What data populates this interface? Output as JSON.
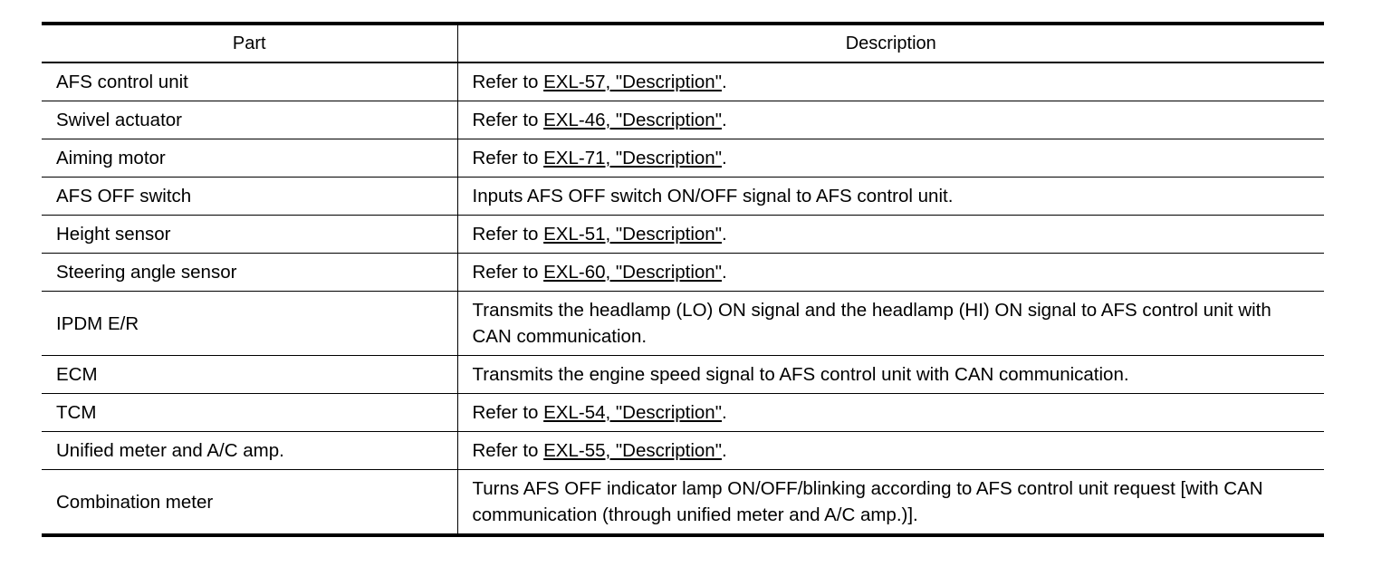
{
  "table": {
    "headers": [
      "Part",
      "Description"
    ],
    "rows": [
      {
        "part": "AFS control unit",
        "prefix": "Refer to ",
        "link": "EXL-57, \"Description\"",
        "suffix": "."
      },
      {
        "part": "Swivel actuator",
        "prefix": "Refer to ",
        "link": "EXL-46, \"Description\"",
        "suffix": "."
      },
      {
        "part": "Aiming motor",
        "prefix": "Refer to ",
        "link": "EXL-71, \"Description\"",
        "suffix": "."
      },
      {
        "part": "AFS OFF switch",
        "prefix": "Inputs AFS OFF switch ON/OFF signal to AFS control unit.",
        "link": "",
        "suffix": ""
      },
      {
        "part": "Height sensor",
        "prefix": "Refer to ",
        "link": "EXL-51, \"Description\"",
        "suffix": "."
      },
      {
        "part": "Steering angle sensor",
        "prefix": "Refer to ",
        "link": "EXL-60, \"Description\"",
        "suffix": "."
      },
      {
        "part": "IPDM E/R",
        "prefix": "Transmits the headlamp (LO) ON signal and the headlamp (HI) ON signal to AFS control unit with CAN communication.",
        "link": "",
        "suffix": ""
      },
      {
        "part": "ECM",
        "prefix": "Transmits the engine speed signal to AFS control unit with CAN communication.",
        "link": "",
        "suffix": ""
      },
      {
        "part": "TCM",
        "prefix": "Refer to ",
        "link": "EXL-54, \"Description\"",
        "suffix": "."
      },
      {
        "part": "Unified meter and A/C amp.",
        "prefix": "Refer to ",
        "link": "EXL-55, \"Description\"",
        "suffix": "."
      },
      {
        "part": "Combination meter",
        "prefix": "Turns AFS OFF indicator lamp ON/OFF/blinking according to AFS control unit request [with CAN communication (through unified meter and A/C amp.)].",
        "link": "",
        "suffix": ""
      }
    ]
  }
}
